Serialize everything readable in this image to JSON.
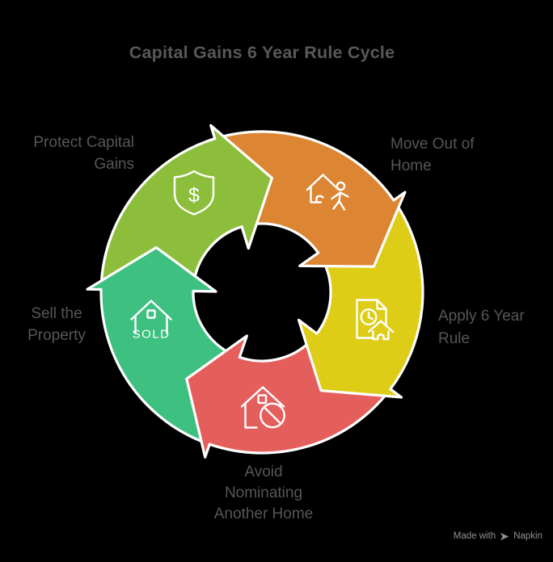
{
  "title": "Capital Gains 6 Year Rule Cycle",
  "watermark": {
    "prefix": "Made with",
    "brand": "Napkin"
  },
  "colors": {
    "background": "#000000",
    "title_text": "#57585b",
    "label_text": "#54565a",
    "outline": "#ffffff",
    "watermark_text": "#8f9093"
  },
  "cycle": {
    "direction": "clockwise",
    "segments": [
      {
        "id": "protect-capital-gains",
        "label_lines": [
          "Protect Capital",
          "Gains"
        ],
        "color": "#8cbe3c",
        "icon": "shield-dollar-icon",
        "base_bearing": 343
      },
      {
        "id": "move-out-of-home",
        "label_lines": [
          "Move Out of",
          "Home"
        ],
        "color": "#dc8532",
        "icon": "person-leaving-home-icon",
        "base_bearing": 55
      },
      {
        "id": "apply-6-year-rule",
        "label_lines": [
          "Apply 6 Year",
          "Rule"
        ],
        "color": "#decd16",
        "icon": "document-clock-house-icon",
        "base_bearing": 127
      },
      {
        "id": "avoid-nominating-another-home",
        "label_lines": [
          "Avoid",
          "Nominating",
          "Another Home"
        ],
        "color": "#e45f5c",
        "icon": "house-ban-icon",
        "base_bearing": 199
      },
      {
        "id": "sell-the-property",
        "label_lines": [
          "Sell the",
          "Property"
        ],
        "color": "#3ec081",
        "icon": "house-sold-icon",
        "base_bearing": 271
      }
    ],
    "icon_texts": {
      "sold": "SOLD",
      "dollar": "$"
    }
  }
}
